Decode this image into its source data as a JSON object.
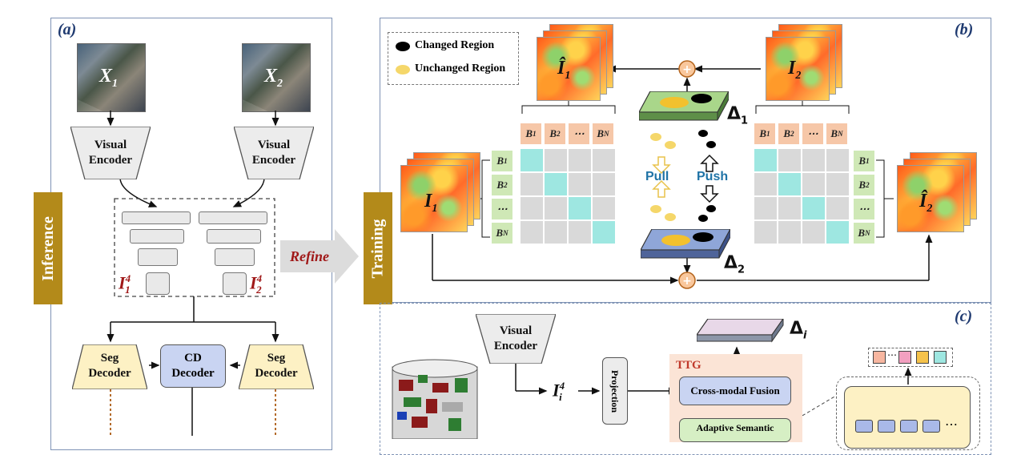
{
  "panel_a": {
    "label": "(a)",
    "inference_tab": "Inference",
    "image_x1": "X",
    "image_x1_sub": "1",
    "image_x2": "X",
    "image_x2_sub": "2",
    "encoder_left": "Visual\nEncoder",
    "encoder_right": "Visual\nEncoder",
    "feat_left": "I",
    "feat_left_sup": "4",
    "feat_left_sub": "1",
    "feat_right": "I",
    "feat_right_sup": "4",
    "feat_right_sub": "2",
    "seg_decoder_left": "Seg\nDecoder",
    "cd_decoder": "CD\nDecoder",
    "seg_decoder_right": "Seg\nDecoder",
    "refine_label": "Refine"
  },
  "panel_b": {
    "label": "(b)",
    "training_tab": "Training",
    "legend": {
      "changed": "Changed Region",
      "unchanged": "Unchanged Region",
      "changed_color": "#000000",
      "unchanged_color": "#f5d76a"
    },
    "i1_hat": "Î",
    "i1_hat_sub": "1",
    "i2": "I",
    "i2_sub": "2",
    "i1": "I",
    "i1_sub": "1",
    "i2_hat": "Î",
    "i2_hat_sub": "2",
    "delta1": "Δ",
    "delta1_sub": "1",
    "delta2": "Δ",
    "delta2_sub": "2",
    "pull": "Pull",
    "push": "Push",
    "head_left": [
      "B",
      "B",
      "⋯",
      "B"
    ],
    "head_left_sub": [
      "1",
      "2",
      "",
      "N"
    ],
    "head_right": [
      "B",
      "B",
      "⋯",
      "B"
    ],
    "head_right_sub": [
      "1",
      "2",
      "",
      "N"
    ],
    "side_left": [
      "B",
      "B",
      "⋯",
      "B"
    ],
    "side_left_sub": [
      "1",
      "2",
      "",
      "N"
    ],
    "side_right": [
      "B",
      "B",
      "⋯",
      "B"
    ],
    "side_right_sub": [
      "1",
      "2",
      "",
      "N"
    ]
  },
  "panel_c": {
    "label": "(c)",
    "encoder": "Visual\nEncoder",
    "feat": "I",
    "feat_sup": "4",
    "feat_sub": "i",
    "projection": "Projection",
    "ttg": "TTG",
    "cross_modal": "Cross-modal Fusion",
    "adaptive_semantic": "Adaptive Semantic",
    "delta": "Δ",
    "delta_sub": "i",
    "token_colors": [
      "#f7b6a0",
      "#f2a0c0",
      "#f5c24a",
      "#9ee7e1"
    ]
  },
  "colors": {
    "panel_border": "#7f93b5",
    "tab_gold": "#b38a1a",
    "accent_red": "#a01818",
    "pull_push_blue": "#1f73a6"
  }
}
